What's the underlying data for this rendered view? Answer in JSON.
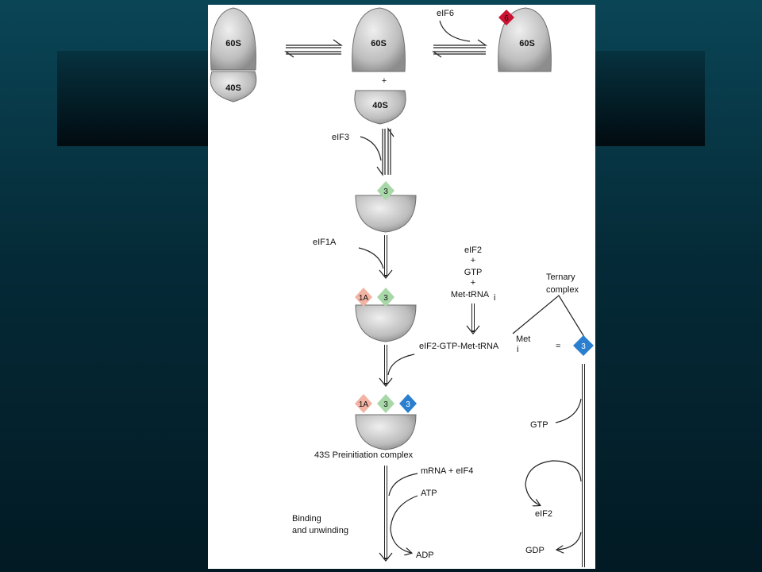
{
  "colors": {
    "subunit": "#c9c9c9",
    "factor_3": "#a9d8a8",
    "factor_1A": "#f2b3a3",
    "factor_6": "#cc1133",
    "factor_2": "#2a7fcf"
  },
  "diagram": {
    "ribosome": {
      "large": "60S",
      "small": "40S",
      "plus": "+"
    },
    "factors": {
      "eif6": "eIF6",
      "eif3": "eIF3",
      "eif1a": "eIF1A",
      "eif2_stack": [
        "eIF2",
        "+",
        "GTP",
        "+",
        "Met-tRNA"
      ],
      "eif2_stack_sub": "i",
      "ternary_label": [
        "Ternary",
        "complex"
      ],
      "ternary_eq": "eIF2-GTP-Met-tRNA",
      "ternary_eq_sup": "Met",
      "ternary_eq_sub": "i",
      "ternary_eq_equals": "="
    },
    "diamonds": {
      "six": "6",
      "three": "3",
      "oneA": "1A",
      "two": "3"
    },
    "complex_label": "43S Preinitiation complex",
    "mrna": "mRNA + eIF4",
    "atp": "ATP",
    "adp": "ADP",
    "binding": [
      "Binding",
      "and unwinding"
    ],
    "gtp": "GTP",
    "eif2_recycled": "eIF2",
    "gdp": "GDP"
  }
}
